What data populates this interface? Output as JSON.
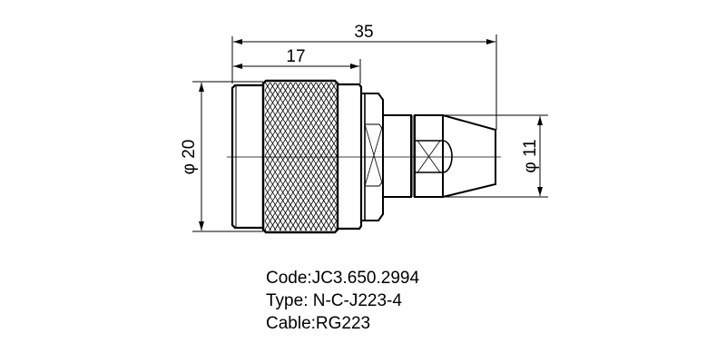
{
  "drawing": {
    "dim_overall_length": "35",
    "dim_body_length": "17",
    "dim_body_diameter": "φ 20",
    "dim_cable_end_diameter": "φ 11",
    "line_color": "#000000"
  },
  "spec": {
    "code": "Code:JC3.650.2994",
    "type": "Type: N-C-J223-4",
    "cable": "Cable:RG223"
  }
}
